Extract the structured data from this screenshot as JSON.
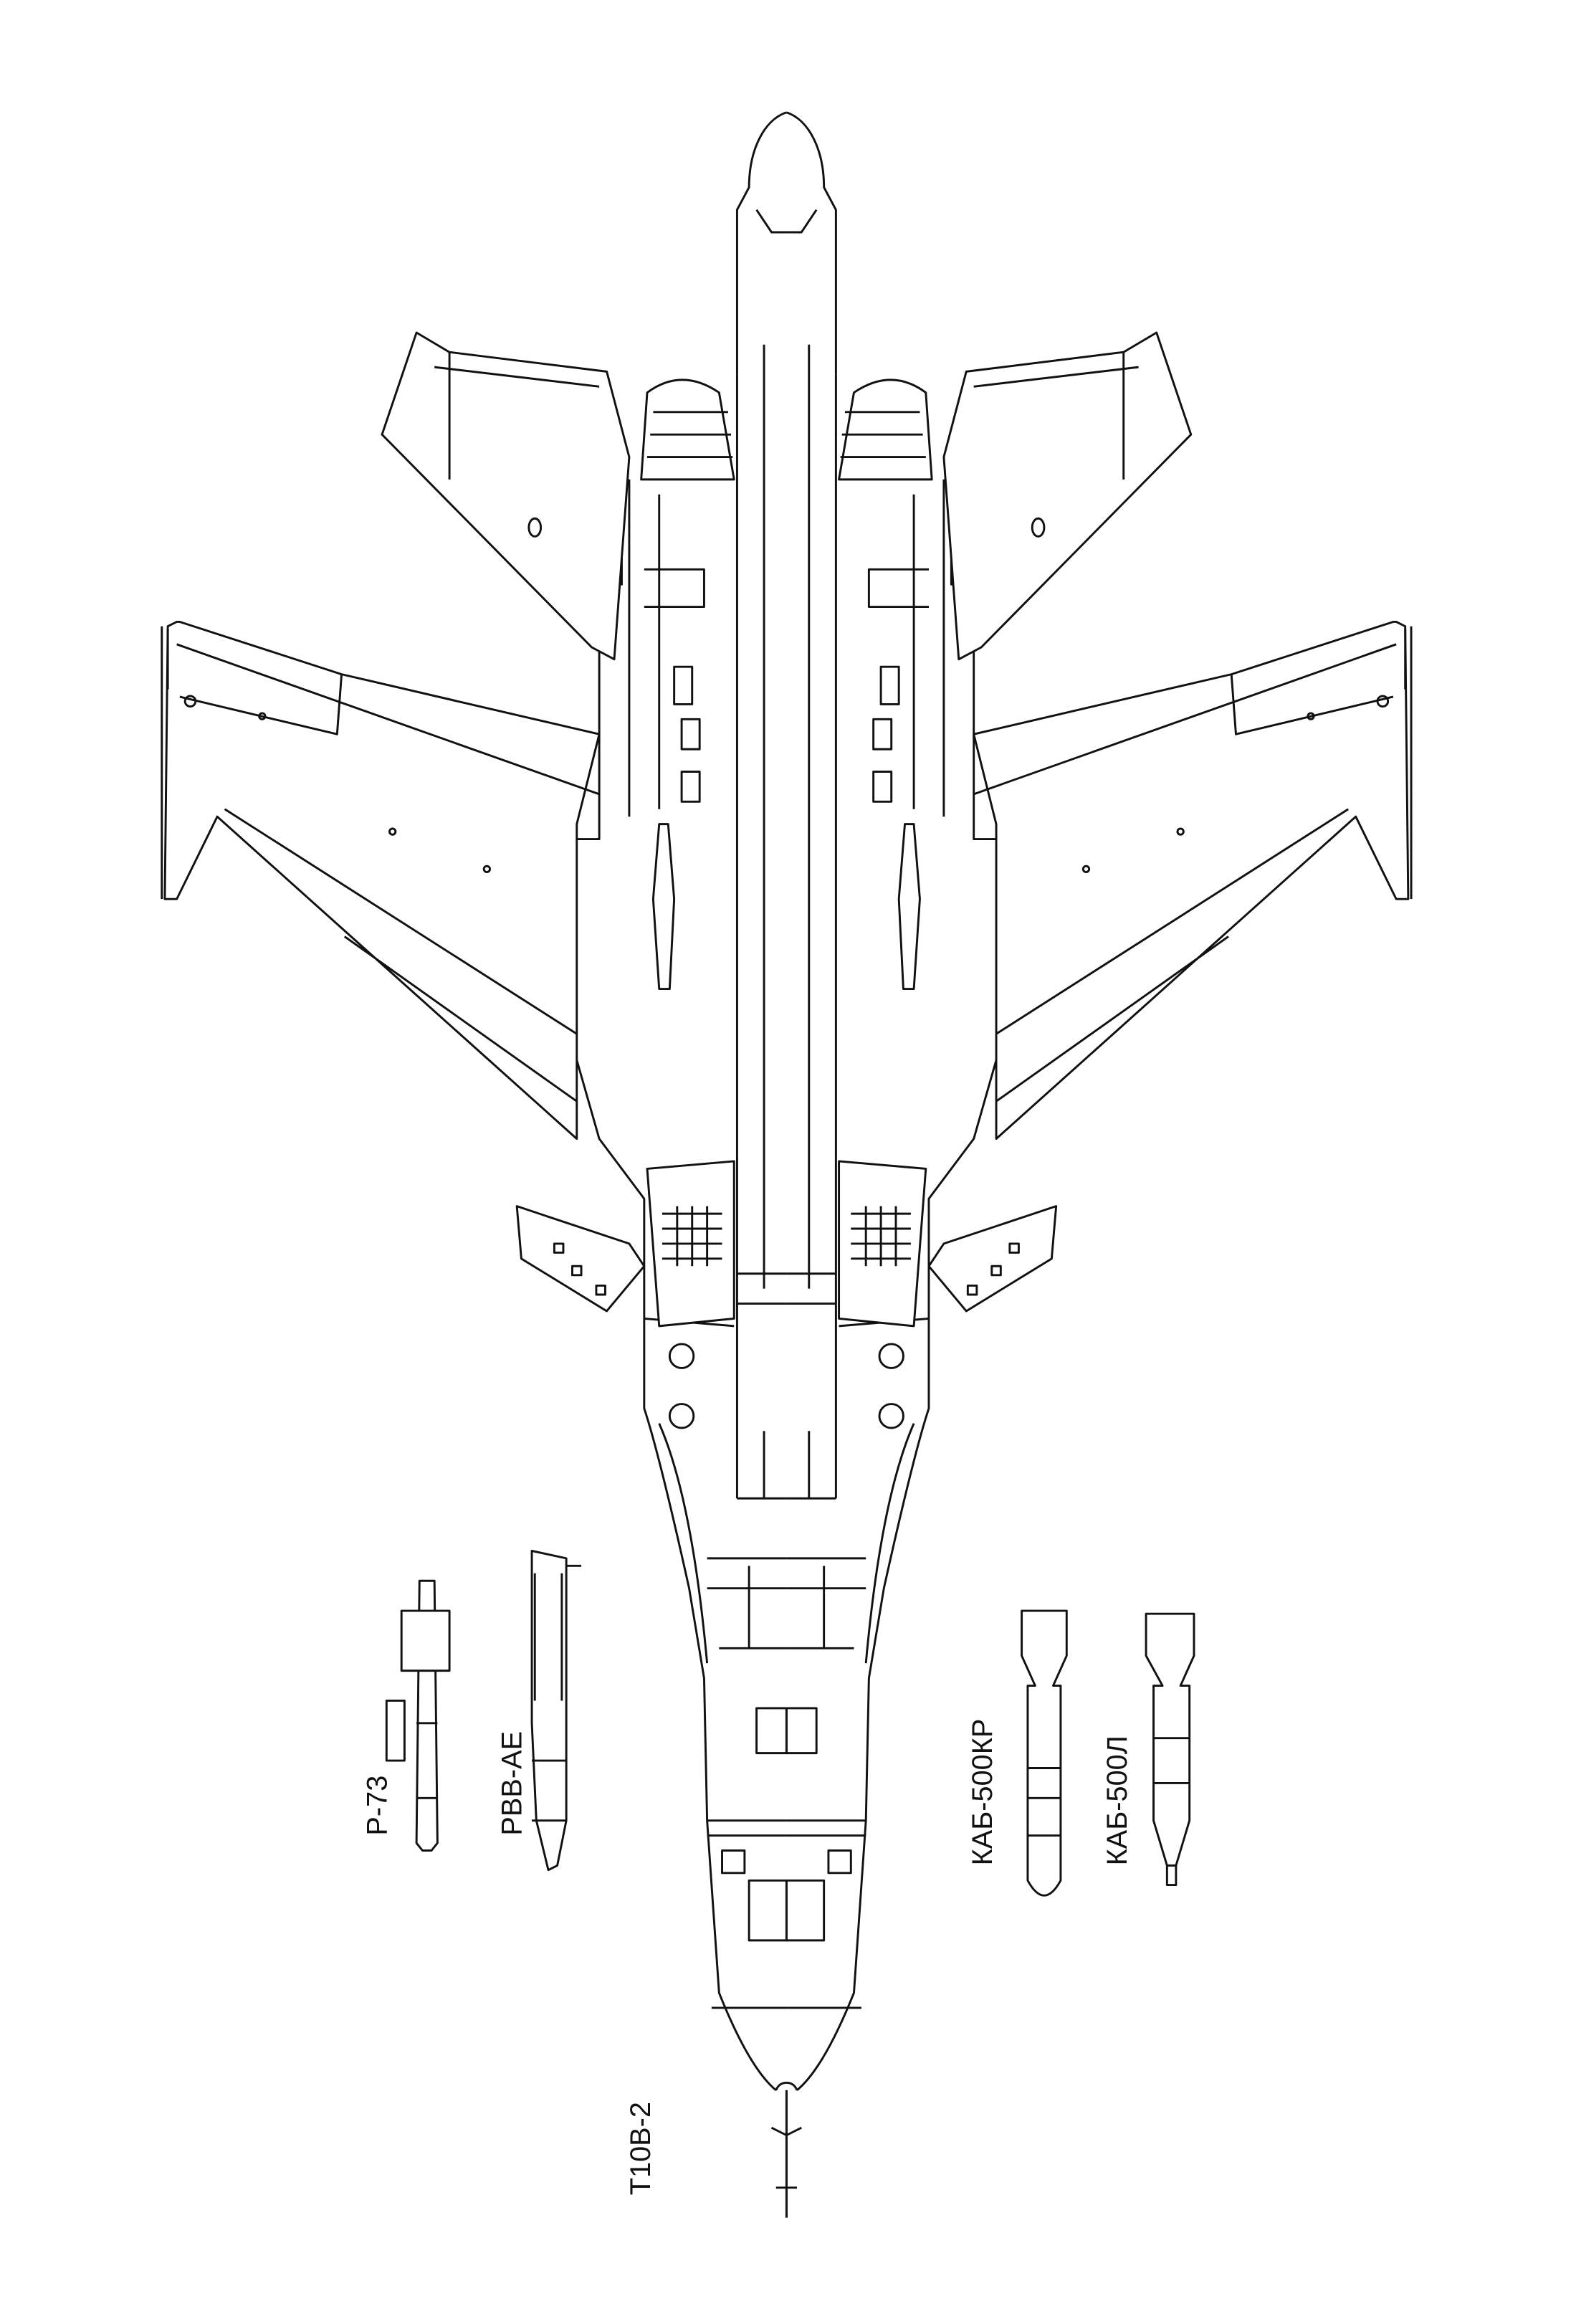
{
  "drawing": {
    "aircraft_designation": "Т10В-2",
    "weapons": [
      {
        "label": "Р-73"
      },
      {
        "label": "РВВ-АЕ"
      },
      {
        "label": "КАБ-500КР"
      },
      {
        "label": "КАБ-500Л"
      }
    ],
    "colors": {
      "line": "#111111",
      "paper": "#ffffff"
    }
  }
}
